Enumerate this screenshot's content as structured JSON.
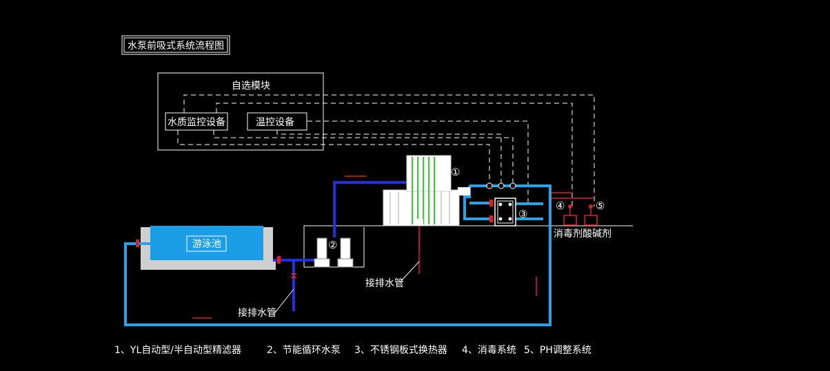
{
  "title": "水泵前吸式系统流程图",
  "module": {
    "title": "自选模块",
    "water_quality": "水质监控设备",
    "temp_control": "温控设备"
  },
  "pool_label": "游泳池",
  "drain_label_1": "接排水管",
  "drain_label_2": "接排水管",
  "chemicals_label": "消毒剂酸碱剂",
  "markers": {
    "filter": "①",
    "pump": "②",
    "exchanger": "③",
    "disinfect": "④",
    "ph": "⑤"
  },
  "legend": [
    "1、YL自动型/半自动型精滤器",
    "2、节能循环水泵",
    "3、不锈钢板式换热器",
    "4、消毒系统",
    "5、PH调整系统"
  ],
  "colors": {
    "background": "#000000",
    "pipe_cyan": "#29a3e8",
    "pipe_blue": "#1f2fe8",
    "pool_water": "#1c9ee6",
    "arrow_red": "#e02020",
    "valve_red": "#e02020",
    "line_white": "#ffffff",
    "green": "#2fd02f"
  }
}
